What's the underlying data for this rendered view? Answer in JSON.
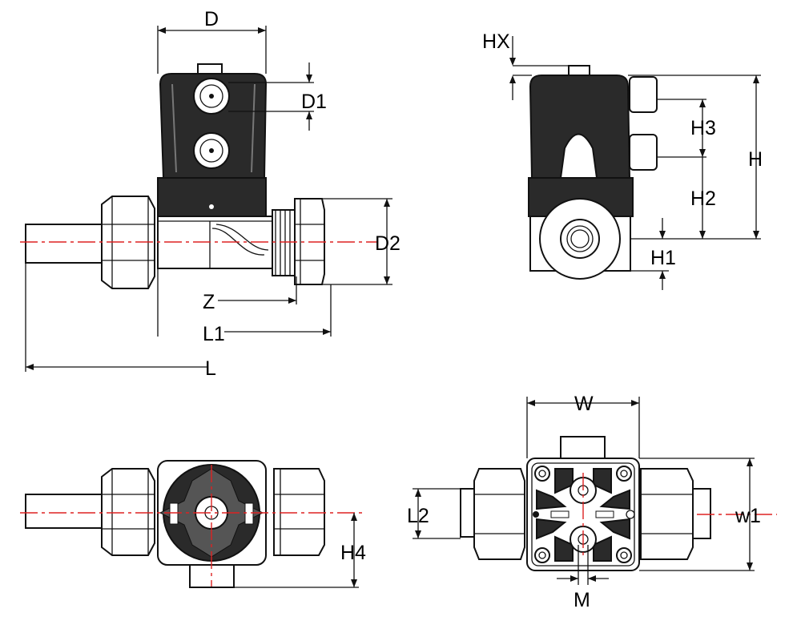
{
  "labels": {
    "D": "D",
    "D1": "D1",
    "D2": "D2",
    "Z": "Z",
    "L1": "L1",
    "L": "L",
    "HX": "HX",
    "H3": "H3",
    "H": "H",
    "H2": "H2",
    "H1": "H1",
    "H4": "H4",
    "W": "W",
    "L2": "L2",
    "w1": "w1",
    "M": "M"
  },
  "colors": {
    "line": "#111111",
    "body_fill": "#2a2a2a",
    "centerline": "#dd2222"
  },
  "views": [
    "front-view",
    "side-view",
    "top-view",
    "bottom-view"
  ]
}
